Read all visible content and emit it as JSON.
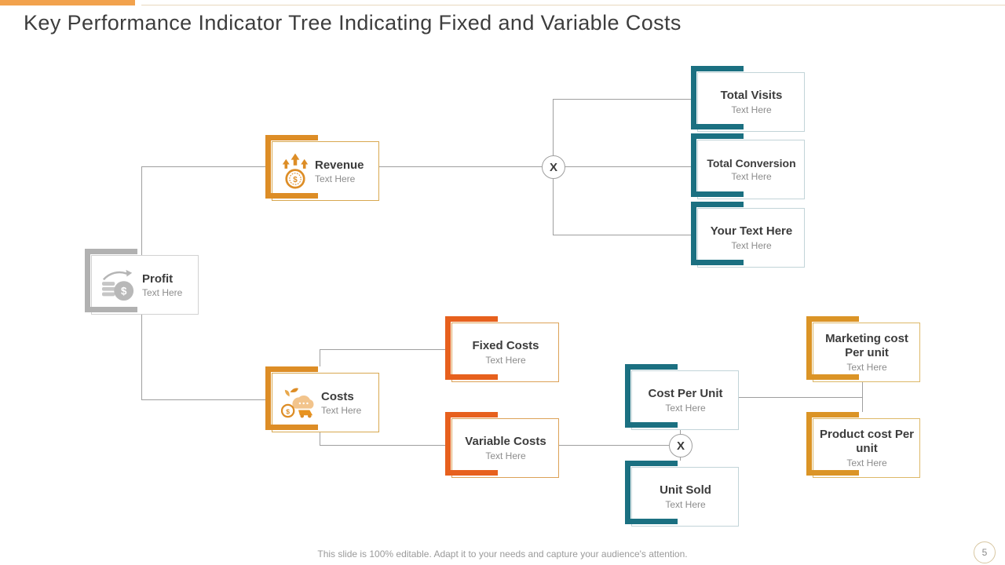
{
  "slide": {
    "title": "Key Performance Indicator Tree Indicating Fixed and Variable Costs",
    "footer": "This slide is 100% editable. Adapt it to your needs and capture your audience's attention.",
    "page_number": "5"
  },
  "colors": {
    "accent_top_bar": "#F2A24D",
    "orange": "#DD8D26",
    "red_orange": "#E7601D",
    "teal": "#1B7081",
    "gold": "#DB9426",
    "gray": "#B1B1B1",
    "connector": "#9F9F9F"
  },
  "operators": {
    "multiply_top": "X",
    "multiply_bottom": "X"
  },
  "nodes": {
    "profit": {
      "title": "Profit",
      "subtitle": "Text Here",
      "icon": "profit-growth-icon"
    },
    "revenue": {
      "title": "Revenue",
      "subtitle": "Text Here",
      "icon": "revenue-coin-arrows-icon"
    },
    "costs": {
      "title": "Costs",
      "subtitle": "Text Here",
      "icon": "costs-money-bag-icon"
    },
    "fixed_costs": {
      "title": "Fixed Costs",
      "subtitle": "Text Here"
    },
    "variable_costs": {
      "title": "Variable Costs",
      "subtitle": "Text Here"
    },
    "total_visits": {
      "title": "Total Visits",
      "subtitle": "Text Here"
    },
    "total_conversion": {
      "title": "Total Conversion",
      "subtitle": "Text Here"
    },
    "your_text_here": {
      "title": "Your Text Here",
      "subtitle": "Text Here"
    },
    "cost_per_unit": {
      "title": "Cost Per Unit",
      "subtitle": "Text Here"
    },
    "unit_sold": {
      "title": "Unit Sold",
      "subtitle": "Text Here"
    },
    "marketing_cost": {
      "title": "Marketing cost Per unit",
      "subtitle": "Text Here"
    },
    "product_cost": {
      "title": "Product cost Per unit",
      "subtitle": "Text Here"
    }
  }
}
